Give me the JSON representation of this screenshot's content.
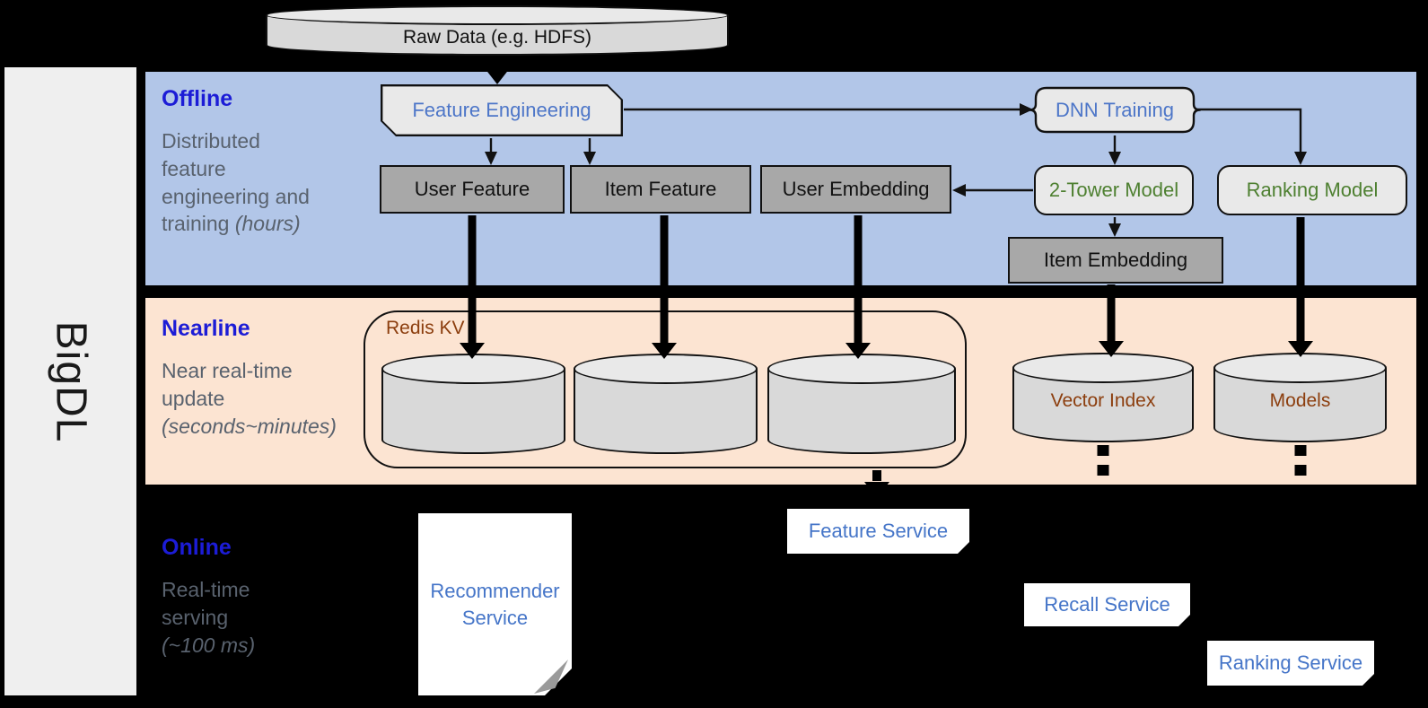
{
  "brand_vertical": "BigDL",
  "raw_data_label": "Raw Data (e.g. HDFS)",
  "sections": {
    "offline": {
      "title": "Offline",
      "desc": "Distributed feature engineering and training",
      "desc_italic": "(hours)"
    },
    "nearline": {
      "title": "Nearline",
      "desc": "Near real-time update",
      "desc_italic": "(seconds~minutes)"
    },
    "online": {
      "title": "Online",
      "desc": "Real-time serving",
      "desc_italic": "(~100 ms)"
    }
  },
  "offline_nodes": {
    "feature_engineering": "Feature Engineering",
    "user_feature": "User Feature",
    "item_feature": "Item Feature",
    "user_embedding": "User Embedding",
    "dnn_training": "DNN Training",
    "two_tower_model": "2-Tower Model",
    "ranking_model": "Ranking Model",
    "item_embedding": "Item Embedding"
  },
  "nearline_nodes": {
    "redis_kv": "Redis KV",
    "vector_index": "Vector Index",
    "models": "Models"
  },
  "online_nodes": {
    "recommender_service": "Recommender Service",
    "feature_service": "Feature Service",
    "recall_service": "Recall Service",
    "ranking_service": "Ranking Service"
  },
  "colors": {
    "offline_band": "#b2c6e8",
    "nearline_band": "#fce4d2",
    "online_background": "#000000",
    "section_title_blue": "#1c1cd6",
    "node_text_blue": "#4d76c8",
    "model_text_green": "#4e8031",
    "store_text_brown": "#8c3e0e",
    "gray_box_fill": "#a8a8a8",
    "light_box_fill": "#e9e9e9"
  }
}
